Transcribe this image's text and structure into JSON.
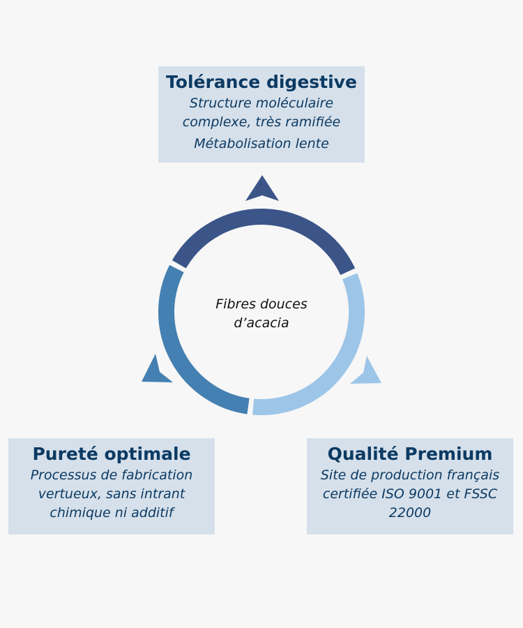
{
  "center_label": {
    "line1": "Fibres douces",
    "line2": "d’acacia"
  },
  "boxes": {
    "top": {
      "title": "Tolérance digestive",
      "lines": [
        "Structure moléculaire",
        "complexe, très ramifiée",
        "Métabolisation lente"
      ]
    },
    "left": {
      "title": "Pureté optimale",
      "lines": [
        "Processus de fabrication",
        "vertueux, sans intrant",
        "chimique ni additif"
      ]
    },
    "right": {
      "title": "Qualité Premium",
      "lines": [
        "Site de production français",
        "certifiée ISO 9001 et FSSC",
        "22000"
      ]
    }
  },
  "colors": {
    "dark": "#3b5589",
    "medium": "#4480b1",
    "light": "#9dc5e8",
    "box": "#d6e0ea",
    "text": "#0b3a63"
  }
}
